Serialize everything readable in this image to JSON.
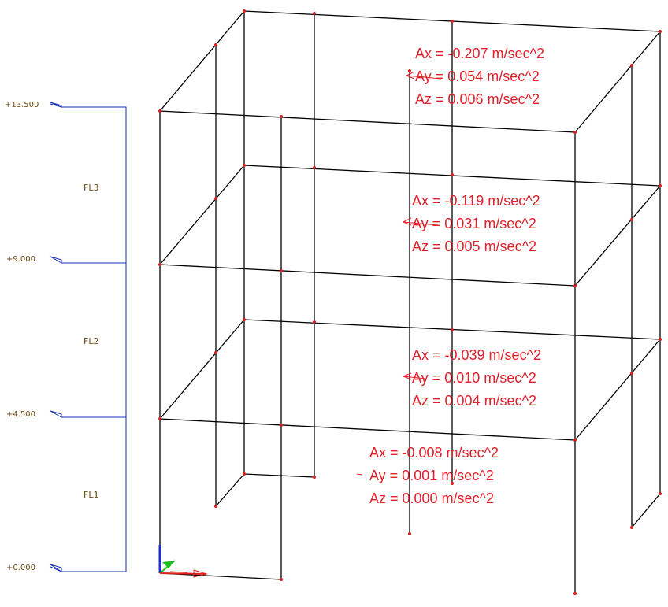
{
  "colors": {
    "frame": "#000000",
    "node": "#d32020",
    "level_line": "#1a2fb0",
    "level_text": "#6b4a12",
    "annotation": "#e0202a"
  },
  "levels": [
    {
      "label": "+13.500"
    },
    {
      "label": "+9.000"
    },
    {
      "label": "+4.500"
    },
    {
      "label": "+0.000"
    }
  ],
  "floors": [
    {
      "label": "FL3"
    },
    {
      "label": "FL2"
    },
    {
      "label": "FL1"
    }
  ],
  "accelerations": [
    {
      "ax": "Ax = -0.207 m/sec^2",
      "ay": "Ay = 0.054 m/sec^2",
      "az": "Az = 0.006 m/sec^2"
    },
    {
      "ax": "Ax = -0.119 m/sec^2",
      "ay": "Ay = 0.031 m/sec^2",
      "az": "Az = 0.005 m/sec^2"
    },
    {
      "ax": "Ax = -0.039 m/sec^2",
      "ay": "Ay = 0.010 m/sec^2",
      "az": "Az = 0.004 m/sec^2"
    },
    {
      "ax": "Ax = -0.008 m/sec^2",
      "ay": "Ay = 0.001 m/sec^2",
      "az": "Az = 0.000 m/sec^2"
    }
  ],
  "axis_triad": {
    "x": "x-axis",
    "y": "y-axis",
    "z": "z-axis"
  }
}
